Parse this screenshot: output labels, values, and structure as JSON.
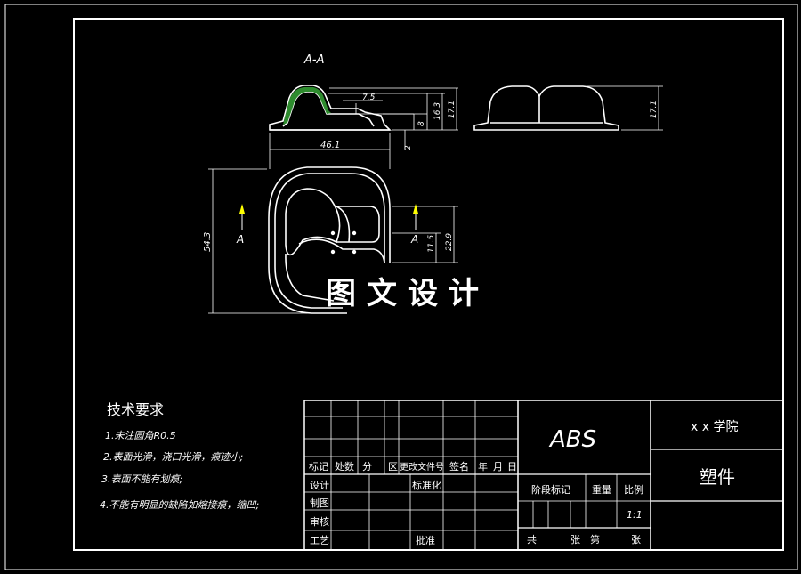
{
  "section_label": "A-A",
  "section_marks": [
    "A",
    "A"
  ],
  "dimensions": {
    "d_7_5": "7.5",
    "d_8": "8",
    "d_16_3": "16.3",
    "d_17_1_left": "17.1",
    "d_2": "2",
    "d_17_1_right": "17.1",
    "d_46_1": "46.1",
    "d_54_3": "54.3",
    "d_11_5": "11.5",
    "d_22_9": "22.9"
  },
  "watermark": "图文设计",
  "tech_requirements": {
    "title": "技术要求",
    "items": [
      "1.未注圆角R0.5",
      "2.表面光滑，浇口光滑，痕迹小;",
      "3.表面不能有划痕;",
      "4.不能有明显的缺陷如熔接痕，缩凹;"
    ]
  },
  "title_block": {
    "material": "ABS",
    "school": "x x 学院",
    "part_name": "塑件",
    "headers": [
      "标记",
      "处数",
      "分",
      "区",
      "更改文件号",
      "签名",
      "年",
      "月",
      "日"
    ],
    "design": "设计",
    "standardize": "标准化",
    "drawing": "制图",
    "review": "审核",
    "process": "工艺",
    "approve": "批准",
    "stage_mark": "阶段标记",
    "weight": "重量",
    "scale_label": "比例",
    "scale_value": "1:1",
    "total": "共",
    "sheets": "张",
    "page_no": "第",
    "sheet": "张"
  },
  "colors": {
    "background": "#000000",
    "line": "#ffffff",
    "hatch": "#2e8b2e",
    "arrow": "#ffff00"
  }
}
